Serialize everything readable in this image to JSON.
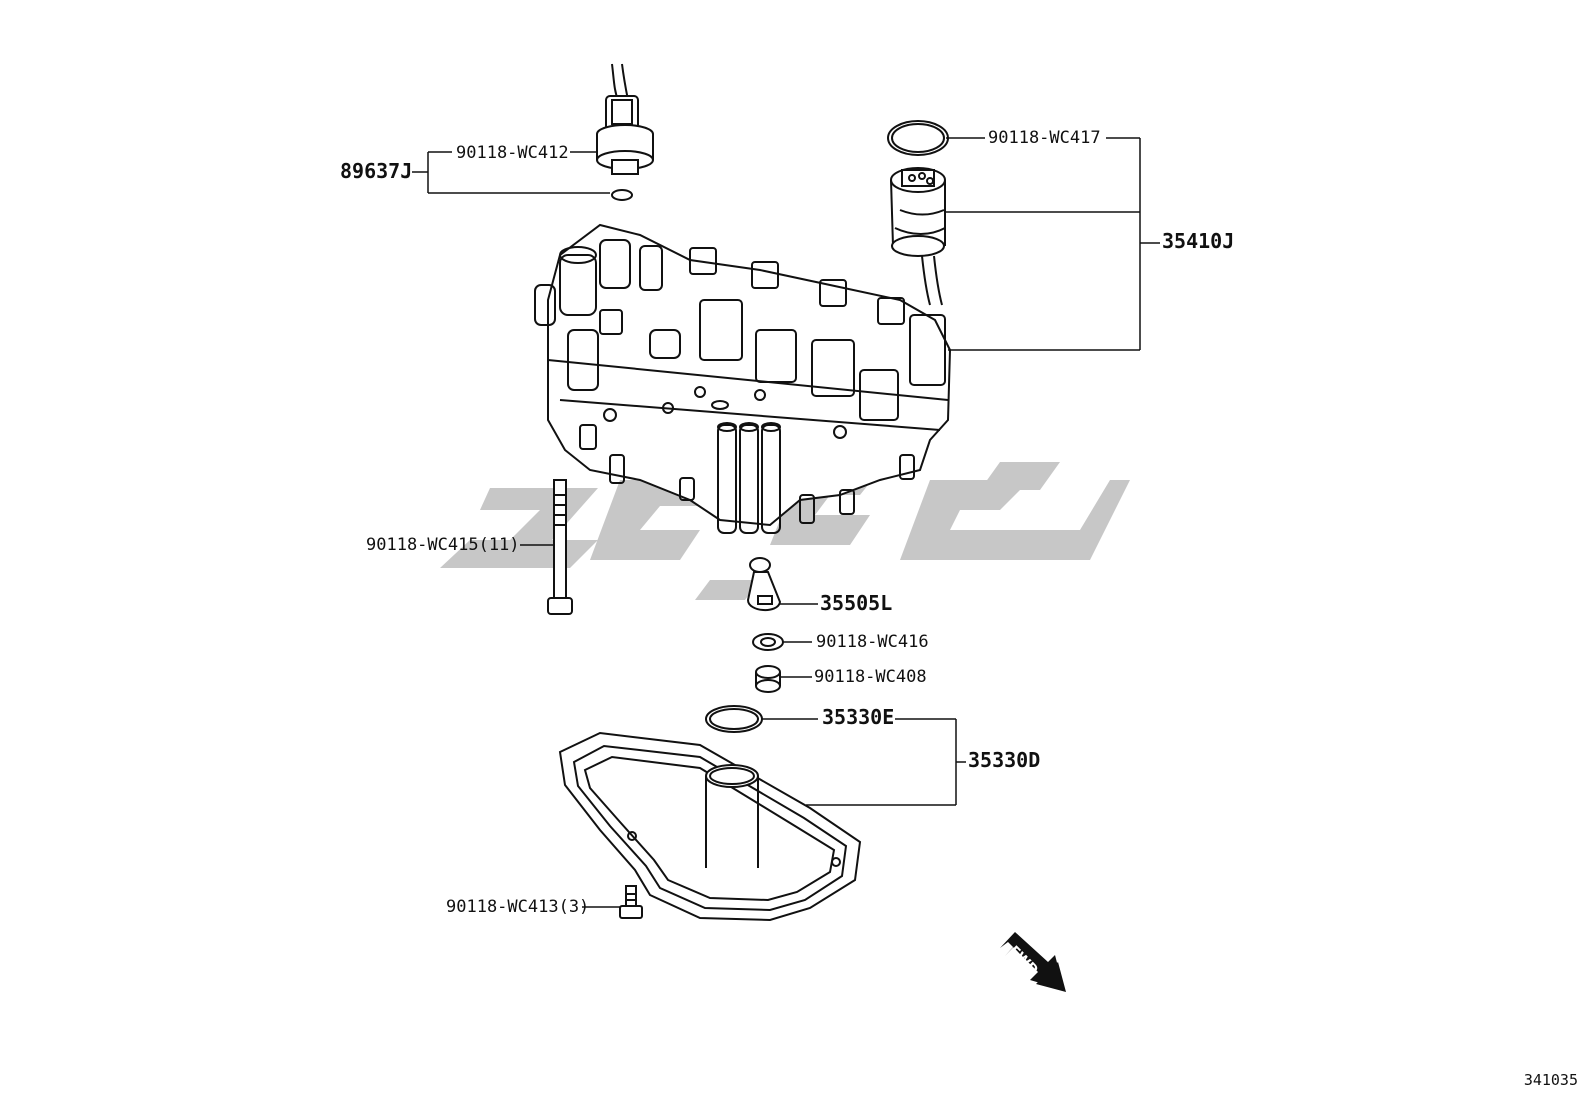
{
  "labels": {
    "p89637J": "89637J",
    "p90118_WC412": "90118-WC412",
    "p90118_WC417": "90118-WC417",
    "p35410J": "35410J",
    "p90118_WC415": "90118-WC415(11)",
    "p35505L": "35505L",
    "p90118_WC416": "90118-WC416",
    "p90118_WC408": "90118-WC408",
    "p35330E": "35330E",
    "p35330D": "35330D",
    "p90118_WC413": "90118-WC413(3)"
  },
  "fwd_label": "FWD",
  "illustration_code": "341035",
  "colors": {
    "line": "#111111",
    "watermark": "#c7c7c7"
  }
}
